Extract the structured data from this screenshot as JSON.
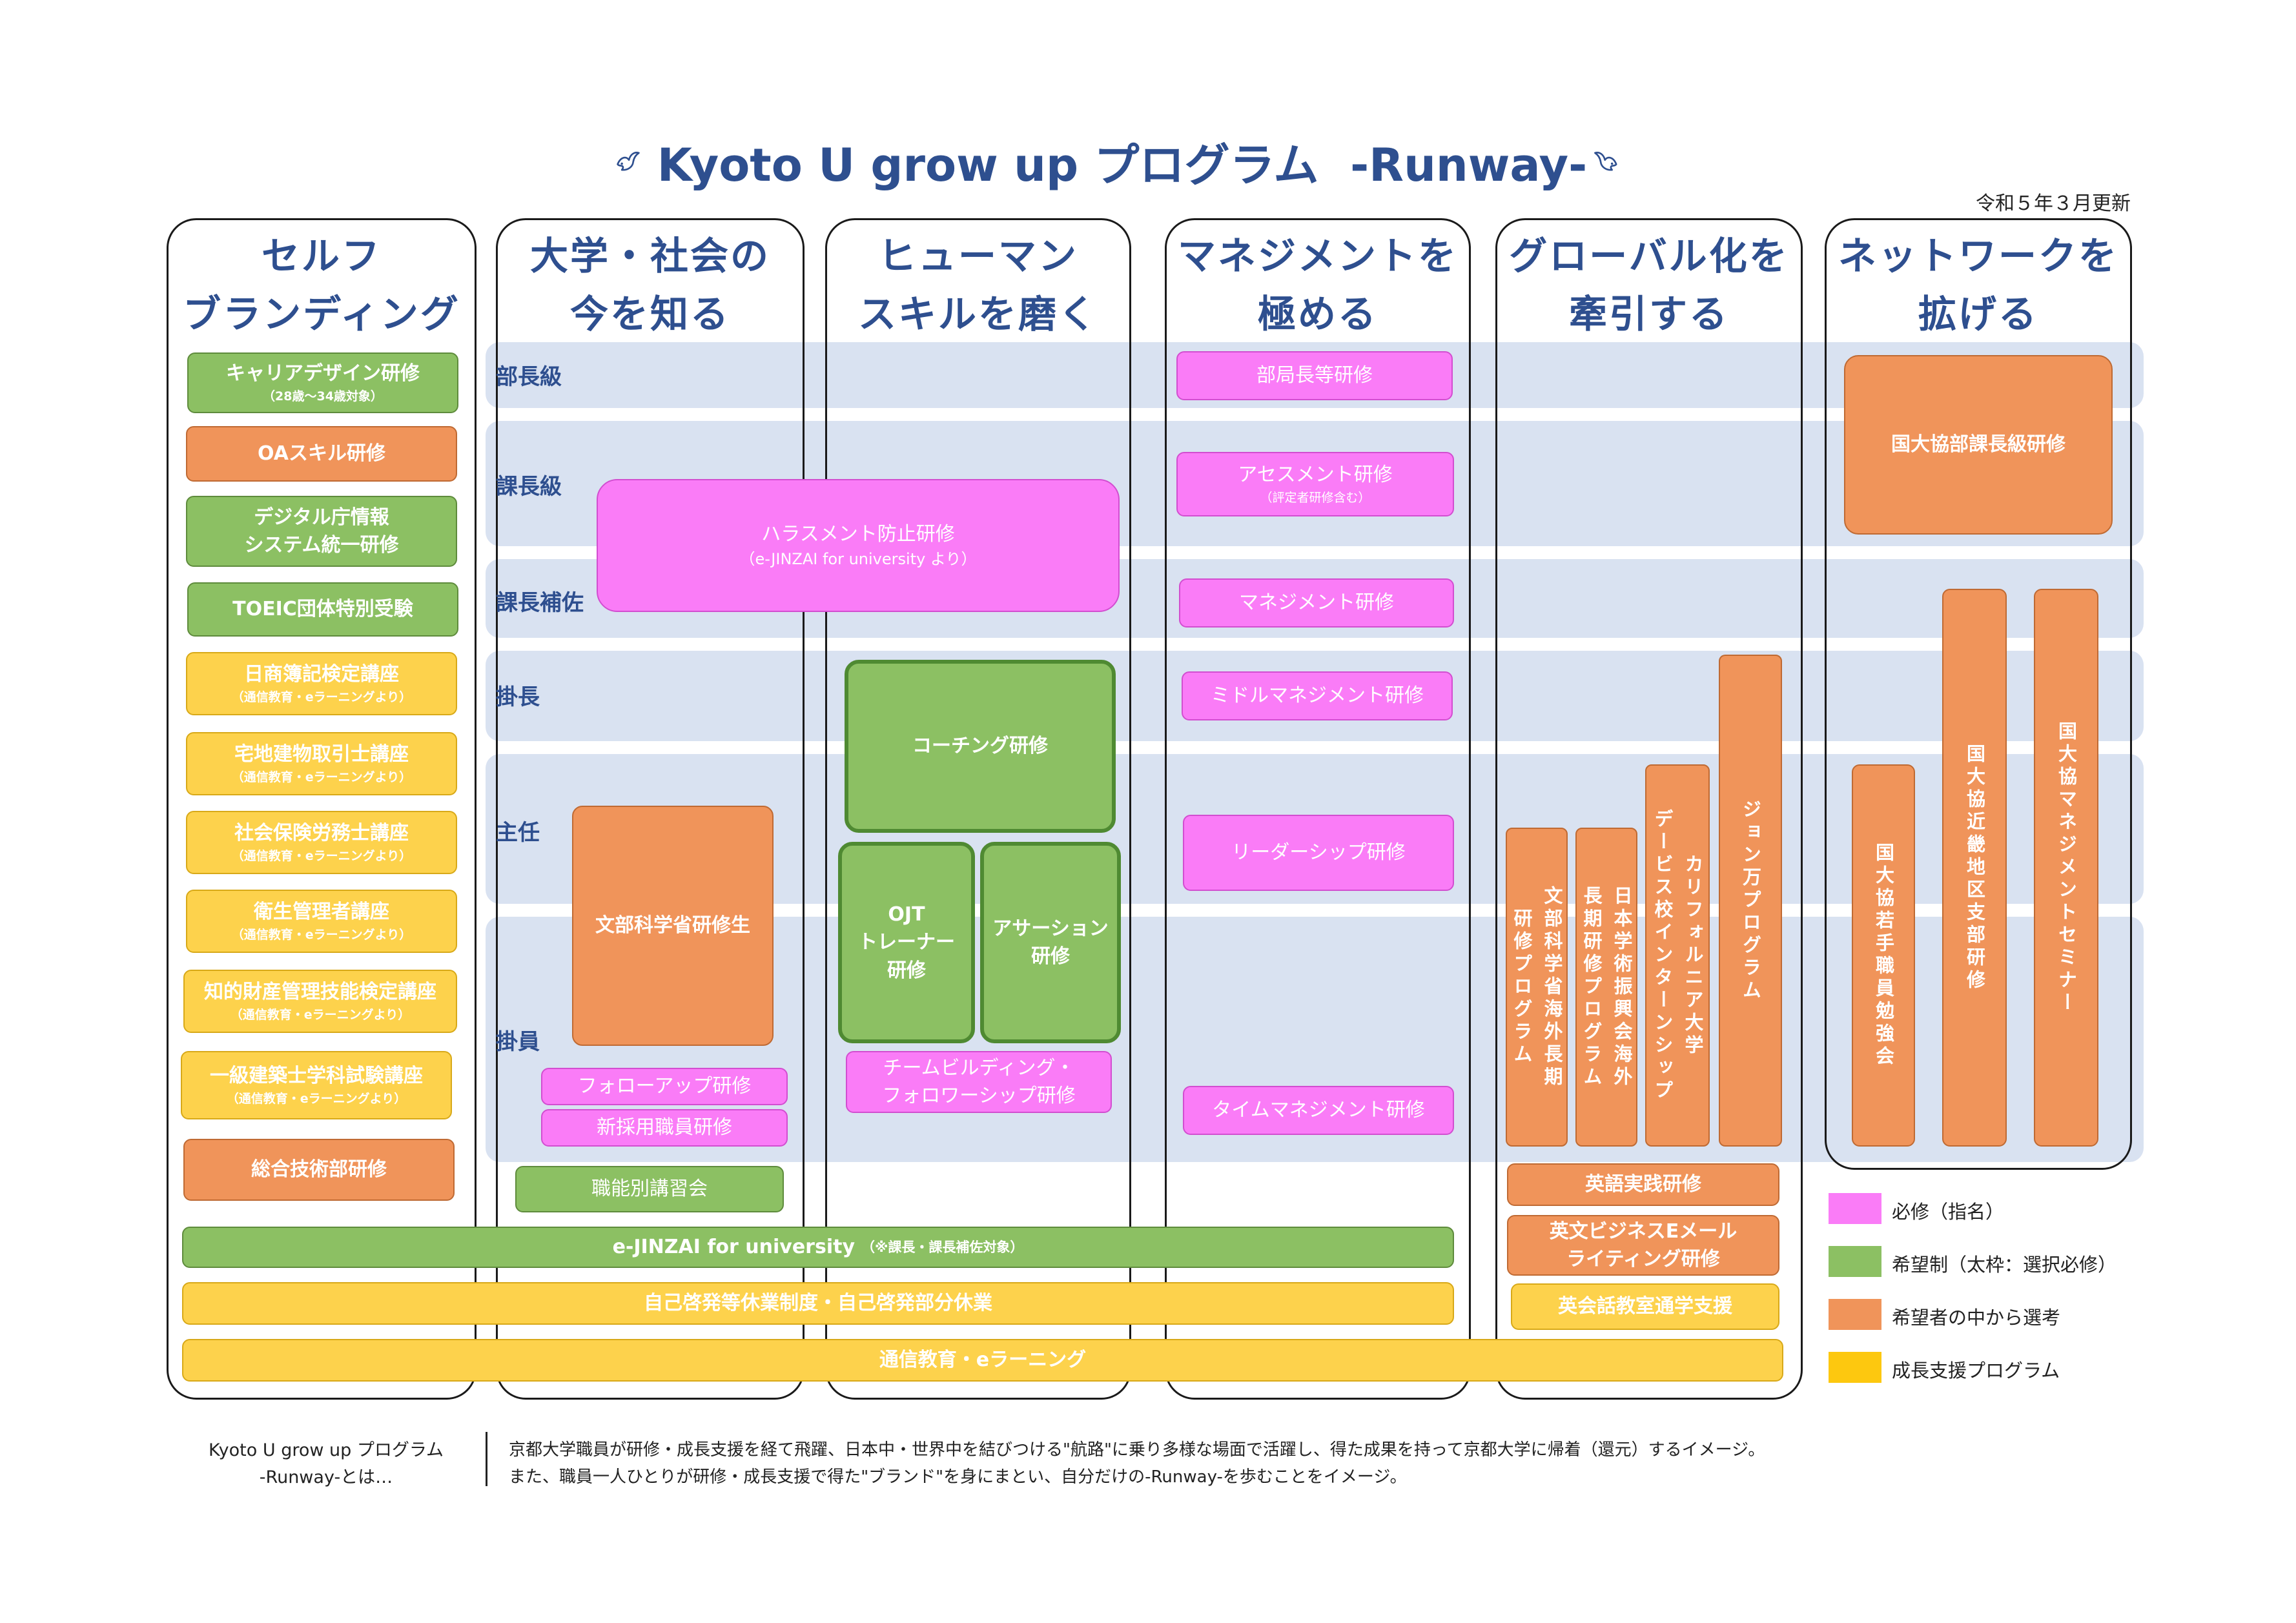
{
  "title": "Kyoto U grow up プログラム  -Runway-",
  "updated": "令和５年３月更新",
  "columns": [
    {
      "line1": "セルフ",
      "line2": "ブランディング"
    },
    {
      "line1": "大学・社会の",
      "line2": "今を知る"
    },
    {
      "line1": "ヒューマン",
      "line2": "スキルを磨く"
    },
    {
      "line1": "マネジメントを",
      "line2": "極める"
    },
    {
      "line1": "グローバル化を",
      "line2": "牽引する"
    },
    {
      "line1": "ネットワークを",
      "line2": "拡げる"
    }
  ],
  "levels": [
    "部長級",
    "課長級",
    "課長補佐",
    "掛長",
    "主任",
    "掛員"
  ],
  "self": [
    {
      "label": "キャリアデザイン研修",
      "sub": "（28歳～34歳対象）"
    },
    {
      "label": "OAスキル研修"
    },
    {
      "label": "デジタル庁情報",
      "label2": "システム統一研修"
    },
    {
      "label": "TOEIC団体特別受験"
    },
    {
      "label": "日商簿記検定講座",
      "sub": "（通信教育・eラーニングより）"
    },
    {
      "label": "宅地建物取引士講座",
      "sub": "（通信教育・eラーニングより）"
    },
    {
      "label": "社会保険労務士講座",
      "sub": "（通信教育・eラーニングより）"
    },
    {
      "label": "衛生管理者講座",
      "sub": "（通信教育・eラーニングより）"
    },
    {
      "label": "知的財産管理技能検定講座",
      "sub": "（通信教育・eラーニングより）"
    },
    {
      "label": "一級建築士学科試験講座",
      "sub": "（通信教育・eラーニングより）"
    },
    {
      "label": "総合技術部研修"
    }
  ],
  "society": {
    "harassment": "ハラスメント防止研修",
    "harassment_sub": "（e-JINZAI for university より）",
    "mext": "文部科学省研修生",
    "followup": "フォローアップ研修",
    "newhire": "新採用職員研修",
    "vocational": "職能別講習会"
  },
  "human": {
    "coaching": "コーチング研修",
    "ojt": [
      "OJT",
      "トレーナー",
      "研修"
    ],
    "assertion": [
      "アサーション",
      "研修"
    ],
    "team": "チームビルディング・",
    "team2": "フォロワーシップ研修"
  },
  "mgmt": [
    {
      "label": "部局長等研修"
    },
    {
      "label": "アセスメント研修",
      "sub": "（評定者研修含む）"
    },
    {
      "label": "マネジメント研修"
    },
    {
      "label": "ミドルマネジメント研修"
    },
    {
      "label": "リーダーシップ研修"
    },
    {
      "label": "タイムマネジメント研修"
    }
  ],
  "global": {
    "mext_overseas": [
      "文部科学省海外長期",
      "研修プログラム"
    ],
    "jsps": [
      "日本学術振興会海外",
      "長期研修プログラム"
    ],
    "california": [
      "カリフォルニア大学",
      "デービス校インターンシップ"
    ],
    "john": "ジョン万プログラム",
    "english": "英語実践研修",
    "email": "英文ビジネスEメール",
    "email2": "ライティング研修",
    "conversation": "英会話教室通学支援"
  },
  "network": {
    "director": "国大協部課長級研修",
    "young": "国大協若手職員勉強会",
    "kinki": "国大協近畿地区支部研修",
    "seminar": "国大協マネジメントセミナー"
  },
  "bars": {
    "ejinzai": "e-JINZAI for university",
    "ejinzai_sub": "（※課長・課長補佐対象）",
    "leave": "自己啓発等休業制度・自己啓発部分休業",
    "correspondence": "通信教育・eラーニング"
  },
  "legend": [
    {
      "label": "必修（指名）",
      "color": "#fa7cf7"
    },
    {
      "label": "希望制（太枠：選択必修）",
      "color": "#8cc063"
    },
    {
      "label": "希望者の中から選考",
      "color": "#f0945a"
    },
    {
      "label": "成長支援プログラム",
      "color": "#fdc80f"
    }
  ],
  "footer": {
    "left1": "Kyoto U grow up プログラム",
    "left2": "-Runway-とは…",
    "right1": "京都大学職員が研修・成長支援を経て飛躍、日本中・世界中を結びつける\"航路\"に乗り多様な場面で活躍し、得た成果を持って京都大学に帰着（還元）するイメージ。",
    "right2": "また、職員一人ひとりが研修・成長支援で得た\"ブランド\"を身にまとい、自分だけの-Runway-を歩むことをイメージ。"
  }
}
